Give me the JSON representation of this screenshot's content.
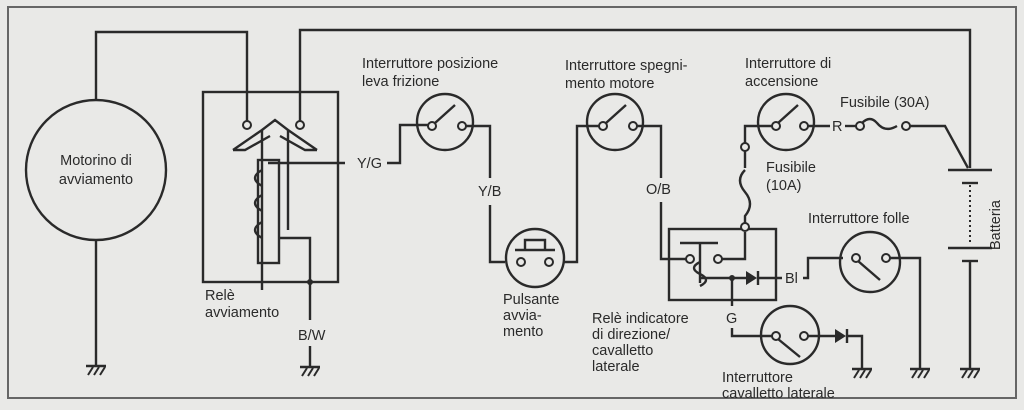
{
  "diagram": {
    "starter_motor": [
      "Motorino di",
      "avviamento"
    ],
    "starter_relay": [
      "Relè",
      "avviamento"
    ],
    "clutch_switch": [
      "Interruttore posizione",
      "leva frizione"
    ],
    "starter_button": [
      "Pulsante",
      "avvia-",
      "mento"
    ],
    "kill_switch": [
      "Interruttore spegni-",
      "mento motore"
    ],
    "turn_relay": [
      "Relè indicatore",
      "di direzione/",
      "cavalletto",
      "laterale"
    ],
    "ignition_switch": [
      "Interruttore di",
      "accensione"
    ],
    "fuse_main": "Fusibile (30A)",
    "fuse_ign": [
      "Fusibile",
      "(10A)"
    ],
    "neutral_switch": "Interruttore folle",
    "sidestand_switch": [
      "Interruttore",
      "cavalletto laterale"
    ],
    "battery": "Batteria",
    "wires": {
      "yg": "Y/G",
      "yb": "Y/B",
      "ob": "O/B",
      "bw": "B/W",
      "r": "R",
      "bl": "Bl",
      "g": "G"
    }
  }
}
